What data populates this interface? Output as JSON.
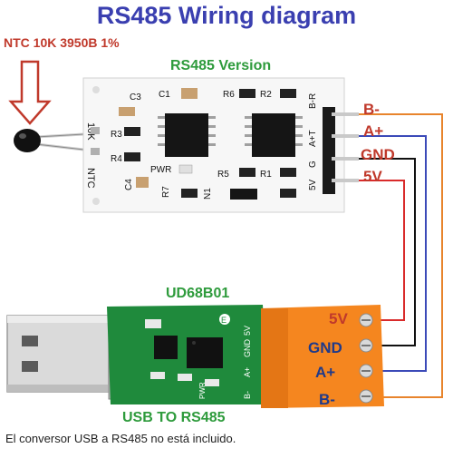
{
  "title": "RS485 Wiring diagram",
  "sensor_label": "NTC 10K 3950B 1%",
  "top_board": {
    "name": "RS485 Version",
    "pins": [
      "B-",
      "A+",
      "GND",
      "5V"
    ],
    "silkscreen": [
      "10K",
      "NTC",
      "R3",
      "R4",
      "C3",
      "C4",
      "C1",
      "R6",
      "R2",
      "R5",
      "R1",
      "R7",
      "N1",
      "PWR",
      "B-R",
      "A+T",
      "G",
      "5V"
    ]
  },
  "bottom_board": {
    "name": "UD68B01",
    "subtitle": "USB TO RS485",
    "terminals": [
      "5V",
      "GND",
      "A+",
      "B-"
    ],
    "silkscreen": [
      "5V",
      "GND",
      "A+",
      "B-",
      "PWR"
    ]
  },
  "caption": "El conversor USB a RS485 no está incluido.",
  "colors": {
    "title": "#3a3fb0",
    "labels_red": "#c0392b",
    "labels_green": "#2e9b3c",
    "wire_orange": "#e8842c",
    "wire_blue": "#3b4ab8",
    "wire_black": "#111111",
    "wire_red": "#d92b2b",
    "pcb_top": "#f7f7f7",
    "pcb_bottom": "#1f8a3c",
    "terminal_block": "#f5861f"
  },
  "icons": [
    "down-arrow-icon",
    "ntc-thermistor-icon",
    "usb-plug-icon"
  ]
}
